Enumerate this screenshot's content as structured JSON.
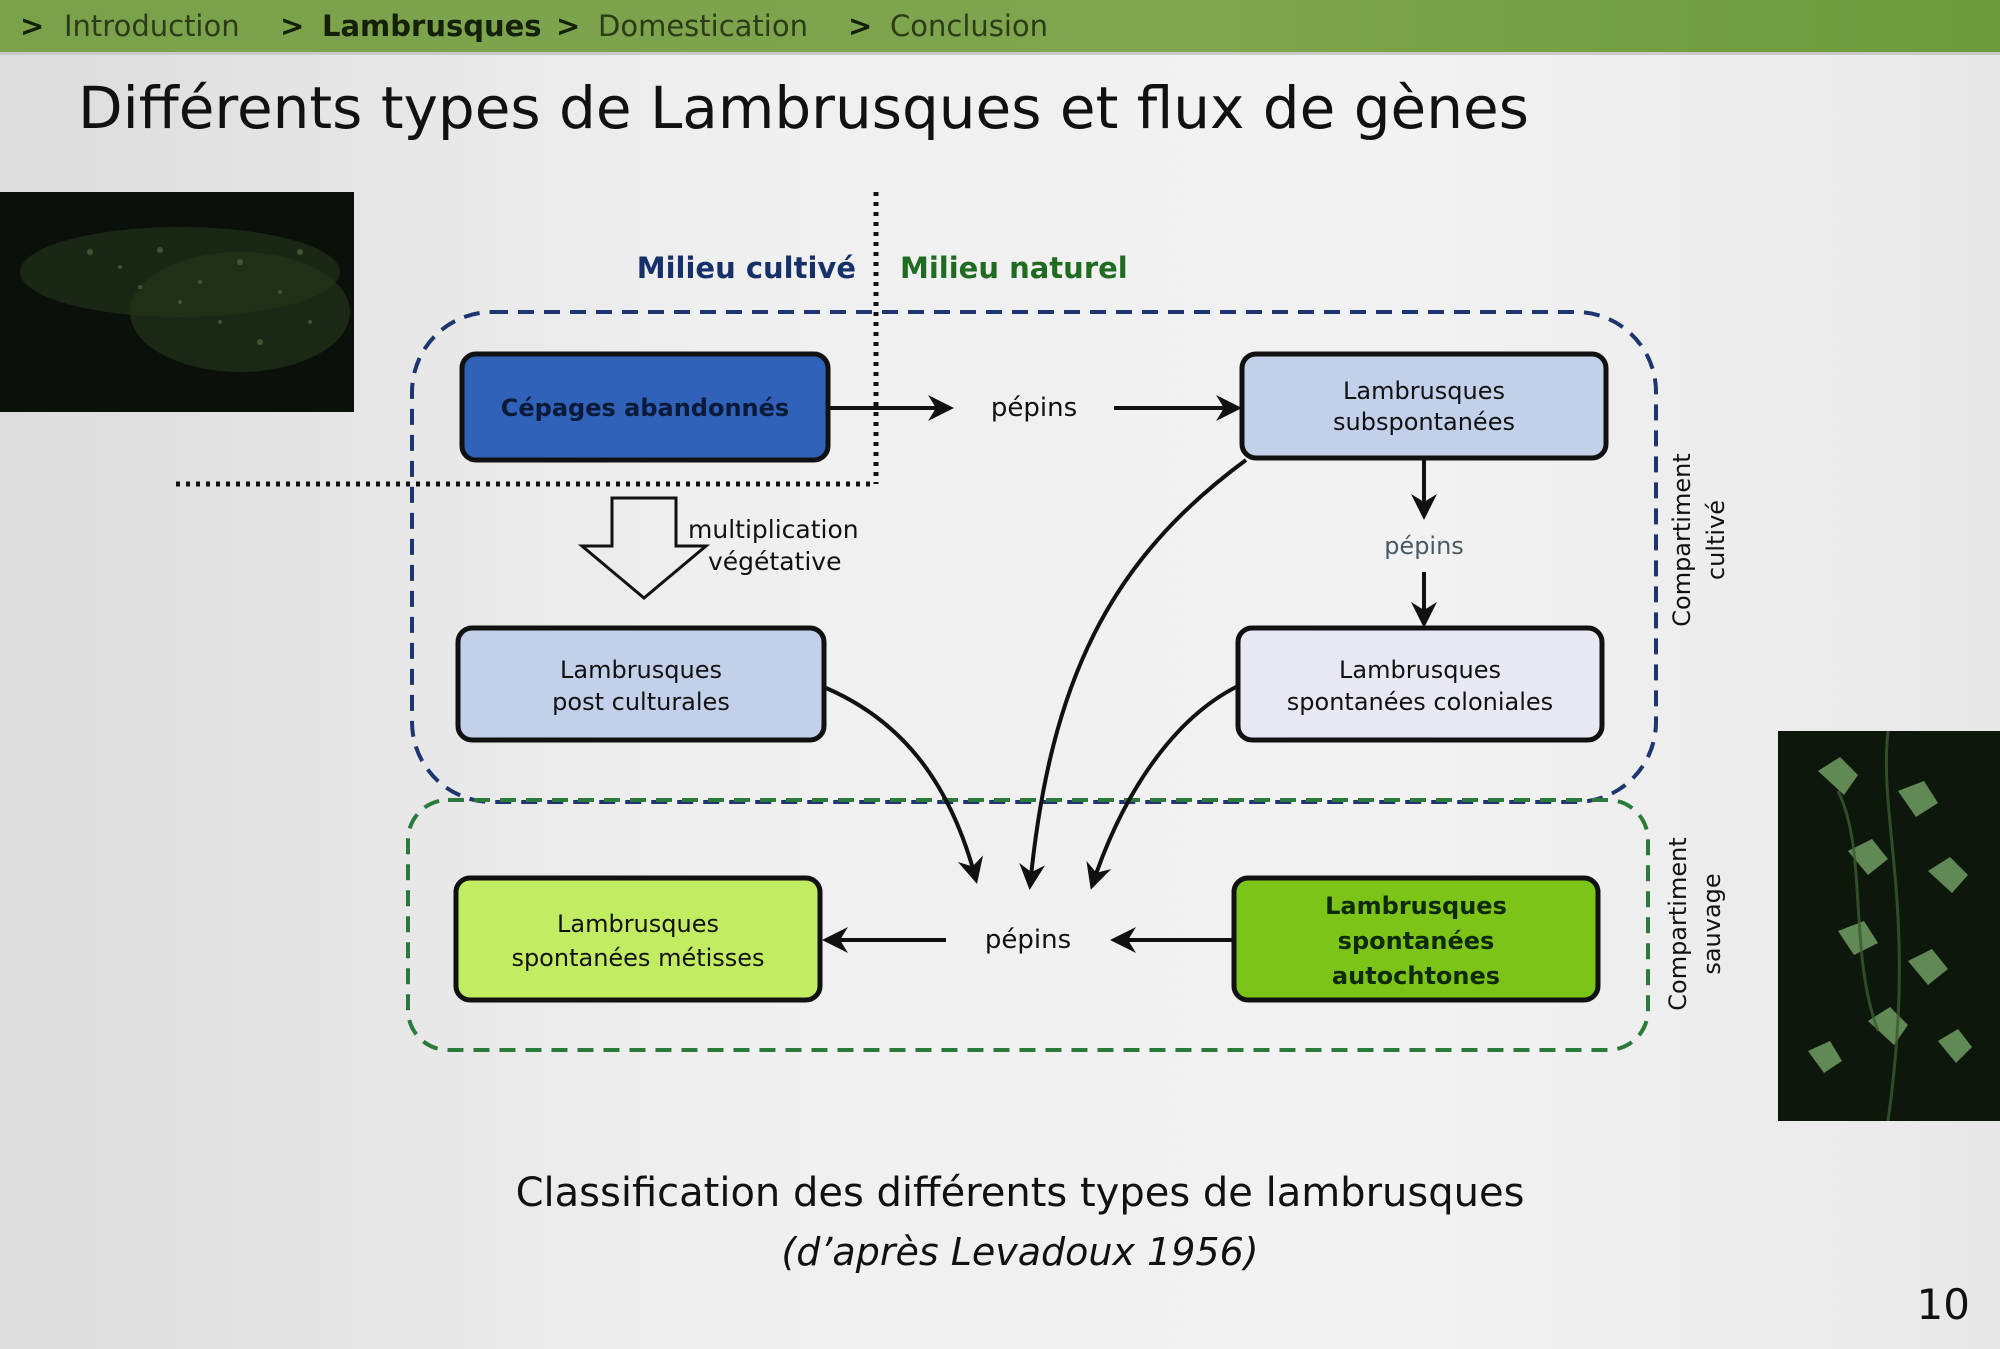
{
  "breadcrumb": {
    "items": [
      "Introduction",
      "Lambrusques",
      "Domestication",
      "Conclusion"
    ],
    "separator": ">",
    "active_index": 1
  },
  "title": "Différents types de Lambrusques et flux de gènes",
  "diagram": {
    "milieu_cultive": "Milieu cultivé",
    "milieu_naturel": "Milieu naturel",
    "nodes": {
      "cepages_abandonnes": [
        "Cépages abandonnés"
      ],
      "subspontanees": [
        "Lambrusques",
        "subspontanées"
      ],
      "post_culturales": [
        "Lambrusques",
        "post culturales"
      ],
      "spontanees_coloniales": [
        "Lambrusques",
        "spontanées coloniales"
      ],
      "spontanees_metisses": [
        "Lambrusques",
        "spontanées métisses"
      ],
      "spontanees_autochtones": [
        "Lambrusques",
        "spontanées",
        "autochtones"
      ]
    },
    "edge_labels": {
      "pepins_top": "pépins",
      "pepins_right": "pépins",
      "pepins_bottom": "pépins",
      "multiplication": [
        "multiplication",
        "végétative"
      ]
    },
    "compartments": {
      "cultive": [
        "Compartiment",
        "cultivé"
      ],
      "sauvage": [
        "Compartiment",
        "sauvage"
      ]
    },
    "colors": {
      "cepages_fill": "#2f62b8",
      "light_blue_fill": "#c3d0ea",
      "pale_fill": "#e6e9f2",
      "light_green_fill": "#c2ec62",
      "green_fill": "#7cc418",
      "cultive_border": "#1e3570",
      "sauvage_border": "#2a7a3a",
      "milieu_cultive_text": "#16316a",
      "milieu_naturel_text": "#1f6b22"
    }
  },
  "caption": {
    "line1": "Classification des différents types de lambrusques",
    "line2": "(d’après Levadoux 1956)"
  },
  "page_number": "10"
}
